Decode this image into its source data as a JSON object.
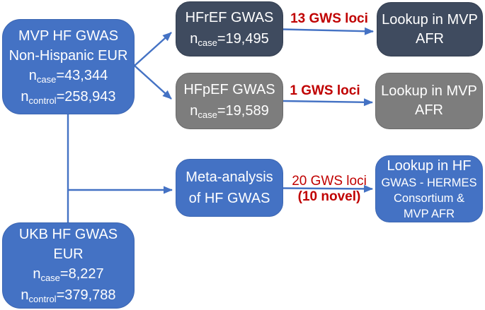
{
  "colors": {
    "box_blue": "#4472C4",
    "box_dark": "#3F4B5F",
    "box_gray": "#7D7D7D",
    "arrow_blue": "#4472C4",
    "label_red": "#C00000",
    "text_white": "#FFFFFF",
    "background": "#FFFFFF"
  },
  "boxes": {
    "mvp": {
      "line1": "MVP HF GWAS",
      "line2": "Non-Hispanic EUR",
      "case_n": "n",
      "case_sub": "case",
      "case_val": "=43,344",
      "control_n": "n",
      "control_sub": "control",
      "control_val": "=258,943"
    },
    "hfref": {
      "title": "HFrEF GWAS",
      "n": "n",
      "sub": "case",
      "val": "=19,495"
    },
    "hfpef": {
      "title": "HFpEF GWAS",
      "n": "n",
      "sub": "case",
      "val": "=19,589"
    },
    "meta": {
      "line1": "Meta-analysis",
      "line2": "of HF GWAS"
    },
    "lookup_hfref": {
      "line1": "Lookup in MVP",
      "line2": "AFR"
    },
    "lookup_hfpef": {
      "line1": "Lookup in MVP",
      "line2": "AFR"
    },
    "lookup_meta": {
      "line1": "Lookup in HF",
      "line2": "GWAS - HERMES",
      "line3": "Consortium &",
      "line4": "MVP AFR"
    },
    "ukb": {
      "line1": "UKB HF GWAS",
      "line2": "EUR",
      "case_n": "n",
      "case_sub": "case",
      "case_val": "=8,227",
      "control_n": "n",
      "control_sub": "control",
      "control_val": "=379,788"
    }
  },
  "edge_labels": {
    "hfref_loci": "13 GWS loci",
    "hfpef_loci": "1 GWS loci",
    "meta_loci": "20 GWS loci",
    "meta_novel": "(10 novel)"
  }
}
